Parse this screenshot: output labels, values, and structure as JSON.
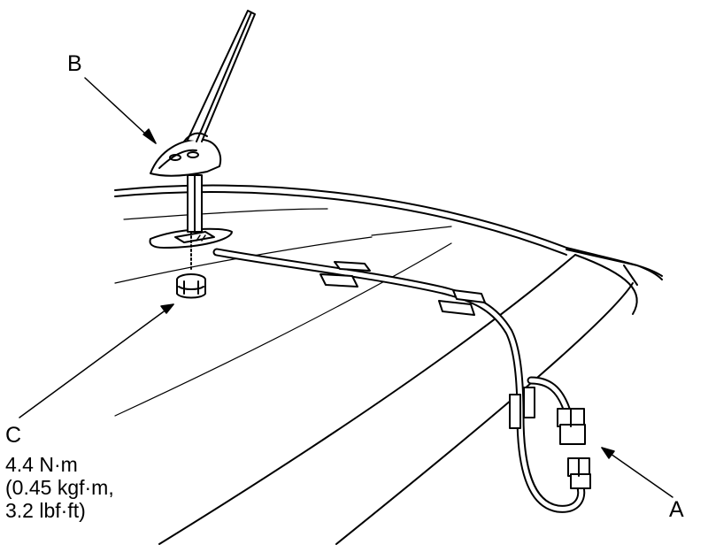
{
  "callouts": {
    "a": {
      "letter": "A"
    },
    "b": {
      "letter": "B"
    },
    "c": {
      "letter": "C",
      "torque_line1": "4.4 N·m",
      "torque_line2": "(0.45 kgf·m,",
      "torque_line3": "3.2 lbf·ft)"
    }
  },
  "colors": {
    "ink": "#000000",
    "paper": "#ffffff"
  }
}
